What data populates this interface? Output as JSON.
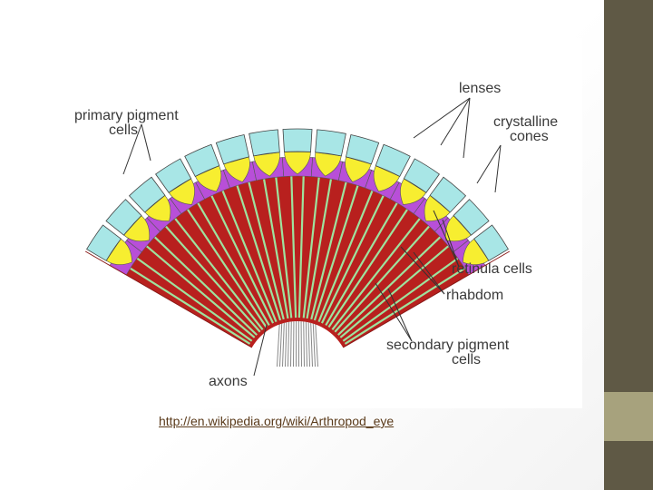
{
  "diagram": {
    "labels": {
      "primary_pigment_1": "primary pigment",
      "primary_pigment_2": "cells",
      "lenses": "lenses",
      "crystalline_1": "crystalline",
      "crystalline_2": "cones",
      "retinula_cells": "retinula cells",
      "rhabdom": "rhabdom",
      "secondary_pigment_1": "secondary pigment",
      "secondary_pigment_2": "cells",
      "axons": "axons"
    },
    "colors": {
      "lens": "#a8e6e6",
      "cone": "#f7ee30",
      "primary_pigment": "#b84fd8",
      "retinula": "#b8201e",
      "rhabdom": "#9ee29e",
      "axon": "#888888"
    },
    "ommatidia_count": 15
  },
  "source": {
    "url_text": "http://en.wikipedia.org/wiki/Arthropod_eye"
  },
  "theme": {
    "sidebar_dark": "#5f5945",
    "sidebar_accent": "#a7a27d"
  }
}
